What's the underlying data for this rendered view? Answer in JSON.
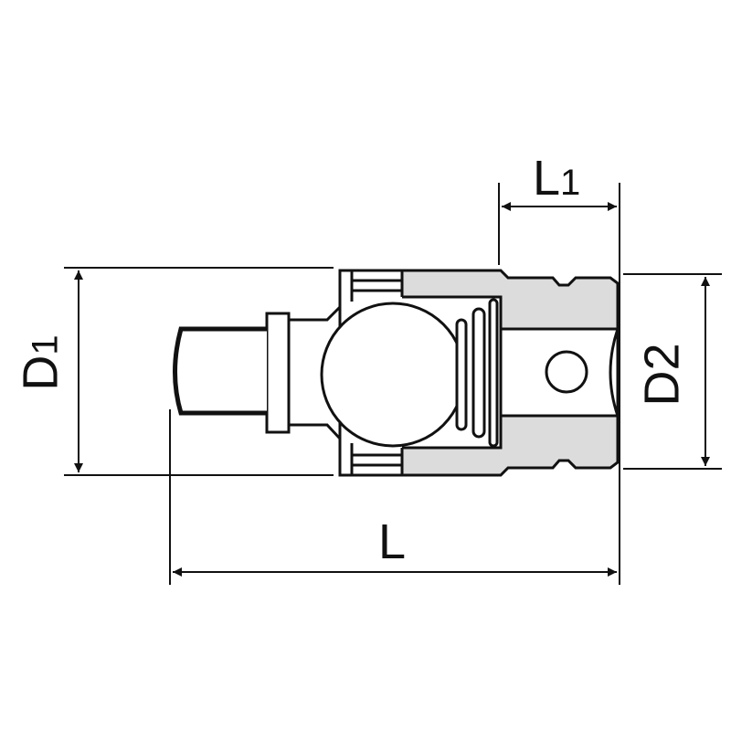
{
  "drawing": {
    "subject": "universal joint socket adapter",
    "colors": {
      "line": "#111111",
      "fill_gray": "#d9d9d9",
      "background": "#ffffff"
    }
  },
  "dimensions": {
    "L1": {
      "main": "L",
      "sub": "1"
    },
    "D1": {
      "main": "D",
      "sub": "1"
    },
    "D2": {
      "main": "D",
      "sub": "2"
    },
    "L": {
      "main": "L"
    }
  }
}
